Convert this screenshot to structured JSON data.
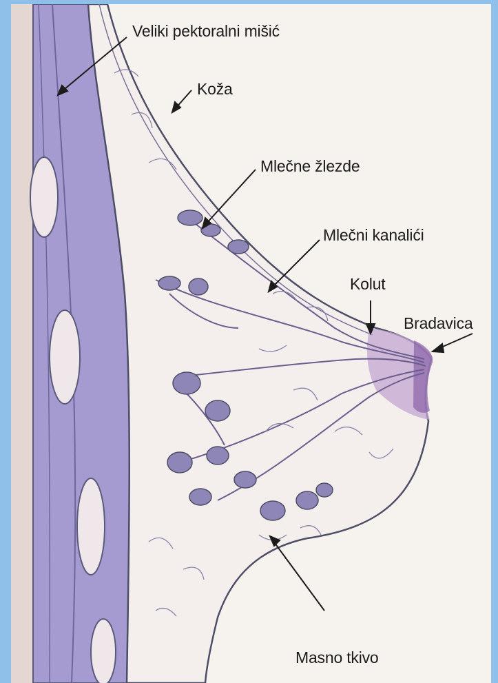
{
  "labels": {
    "pectoral": "Veliki pektoralni mišić",
    "skin": "Koža",
    "glands": "Mlečne žlezde",
    "ducts": "Mlečni kanalići",
    "areola": "Kolut",
    "nipple": "Bradavica",
    "fat": "Masno tkivo"
  },
  "colors": {
    "background": "#8fc0ea",
    "muscle": "#9f95cc",
    "tissue": "#f4efec",
    "lines": "#5a5a7a",
    "nipple": "#8a62a8"
  }
}
